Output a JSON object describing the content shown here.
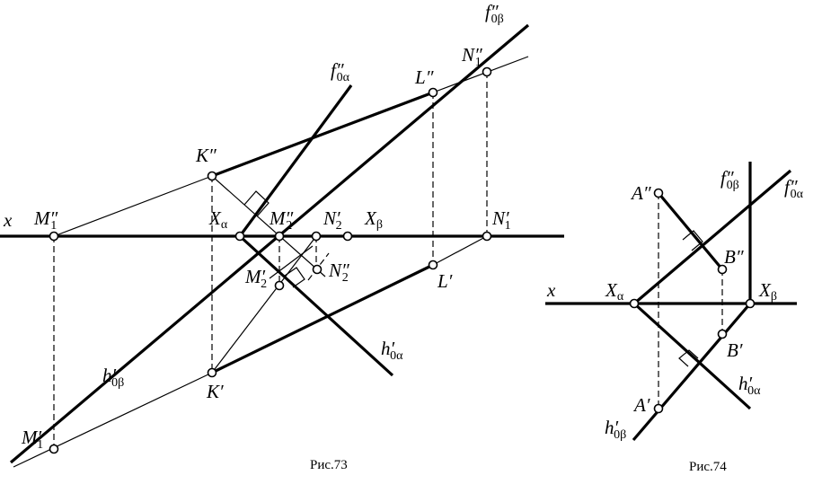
{
  "figure73": {
    "caption": "Рис.73",
    "labels": {
      "x": {
        "base": "x",
        "prime": "",
        "sub": ""
      },
      "M1pp": {
        "base": "M",
        "prime": "″",
        "sub": "1"
      },
      "Kpp": {
        "base": "K",
        "prime": "″",
        "sub": ""
      },
      "Xa": {
        "base": "X",
        "prime": "",
        "sub": "α"
      },
      "M2pp": {
        "base": "M",
        "prime": "″",
        "sub": "2"
      },
      "N2p": {
        "base": "N",
        "prime": "′",
        "sub": "2"
      },
      "Xb": {
        "base": "X",
        "prime": "",
        "sub": "β"
      },
      "N1p": {
        "base": "N",
        "prime": "′",
        "sub": "1"
      },
      "Lpp": {
        "base": "L",
        "prime": "″",
        "sub": ""
      },
      "N1pp": {
        "base": "N",
        "prime": "″",
        "sub": "1"
      },
      "f0a": {
        "base": "f",
        "prime": "″",
        "sub": "0α"
      },
      "f0b": {
        "base": "f",
        "prime": "″",
        "sub": "0β"
      },
      "M2p": {
        "base": "M",
        "prime": "′",
        "sub": "2"
      },
      "N2pp": {
        "base": "N",
        "prime": "″",
        "sub": "2"
      },
      "Lp": {
        "base": "L",
        "prime": "′",
        "sub": ""
      },
      "h0a": {
        "base": "h",
        "prime": "′",
        "sub": "0α"
      },
      "h0b": {
        "base": "h",
        "prime": "′",
        "sub": "0β"
      },
      "Kp": {
        "base": "K",
        "prime": "′",
        "sub": ""
      },
      "M1p": {
        "base": "M",
        "prime": "′",
        "sub": "1"
      }
    }
  },
  "figure74": {
    "caption": "Рис.74",
    "labels": {
      "x": {
        "base": "x",
        "prime": "",
        "sub": ""
      },
      "App": {
        "base": "A",
        "prime": "″",
        "sub": ""
      },
      "Bpp": {
        "base": "B",
        "prime": "″",
        "sub": ""
      },
      "Xa": {
        "base": "X",
        "prime": "",
        "sub": "α"
      },
      "Xb": {
        "base": "X",
        "prime": "",
        "sub": "β"
      },
      "f0b": {
        "base": "f",
        "prime": "″",
        "sub": "0β"
      },
      "f0a": {
        "base": "f",
        "prime": "″",
        "sub": "0α"
      },
      "Bp": {
        "base": "B",
        "prime": "′",
        "sub": ""
      },
      "Ap": {
        "base": "A",
        "prime": "′",
        "sub": ""
      },
      "h0a": {
        "base": "h",
        "prime": "′",
        "sub": "0α"
      },
      "h0b": {
        "base": "h",
        "prime": "′",
        "sub": "0β"
      }
    }
  }
}
